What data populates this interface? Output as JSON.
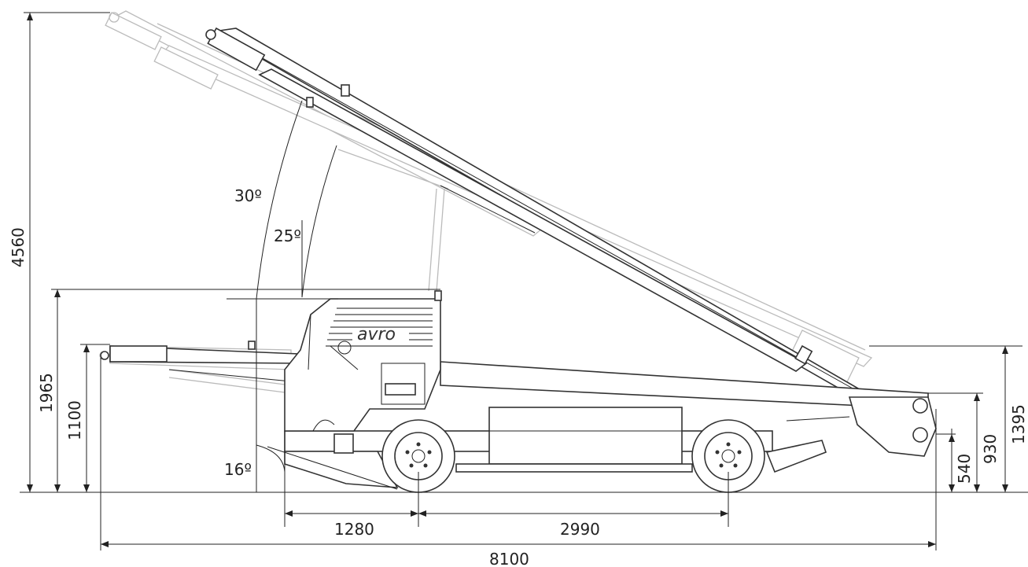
{
  "brand": {
    "logo_text": "avro"
  },
  "dimensions": {
    "total_height": "4560",
    "raised_height": "1965",
    "lowered_height": "1100",
    "rear_belt_height": "1395",
    "rear_frame_height": "930",
    "rear_roller_height": "540",
    "front_overhang": "1280",
    "wheelbase": "2990",
    "overall_length": "8100"
  },
  "angles": {
    "max_incline": "30º",
    "belt_incline": "25º",
    "approach_angle": "16º"
  }
}
